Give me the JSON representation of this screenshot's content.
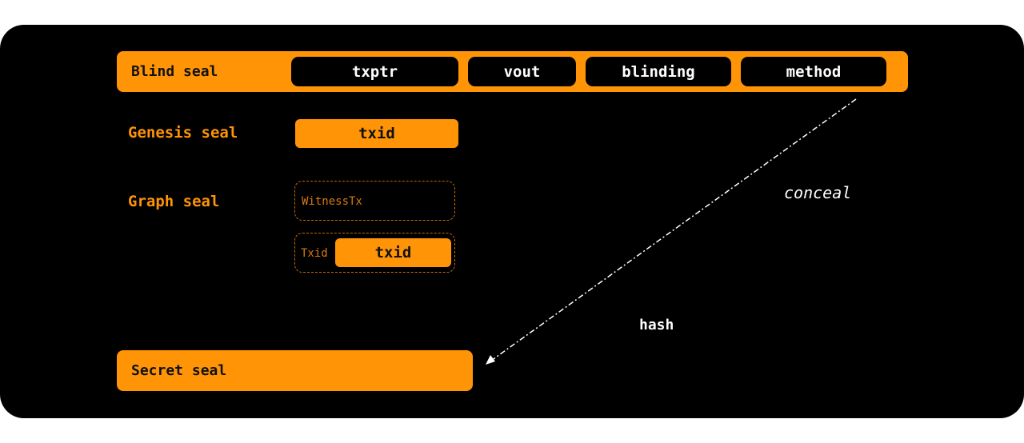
{
  "diagram": {
    "blind_seal": {
      "label": "Blind seal",
      "fields": [
        "txptr",
        "vout",
        "blinding",
        "method"
      ]
    },
    "genesis_seal": {
      "label": "Genesis seal",
      "field": "txid"
    },
    "graph_seal": {
      "label": "Graph seal",
      "witness_box": "WitnessTx",
      "txid_box_label": "Txid",
      "txid_field": "txid"
    },
    "secret_seal": {
      "label": "Secret seal"
    },
    "edge": {
      "conceal_label": "conceal",
      "hash_label": "hash"
    }
  },
  "colors": {
    "accent": "#ff9406",
    "background": "#000000",
    "dashed_border": "#c66a0a"
  }
}
